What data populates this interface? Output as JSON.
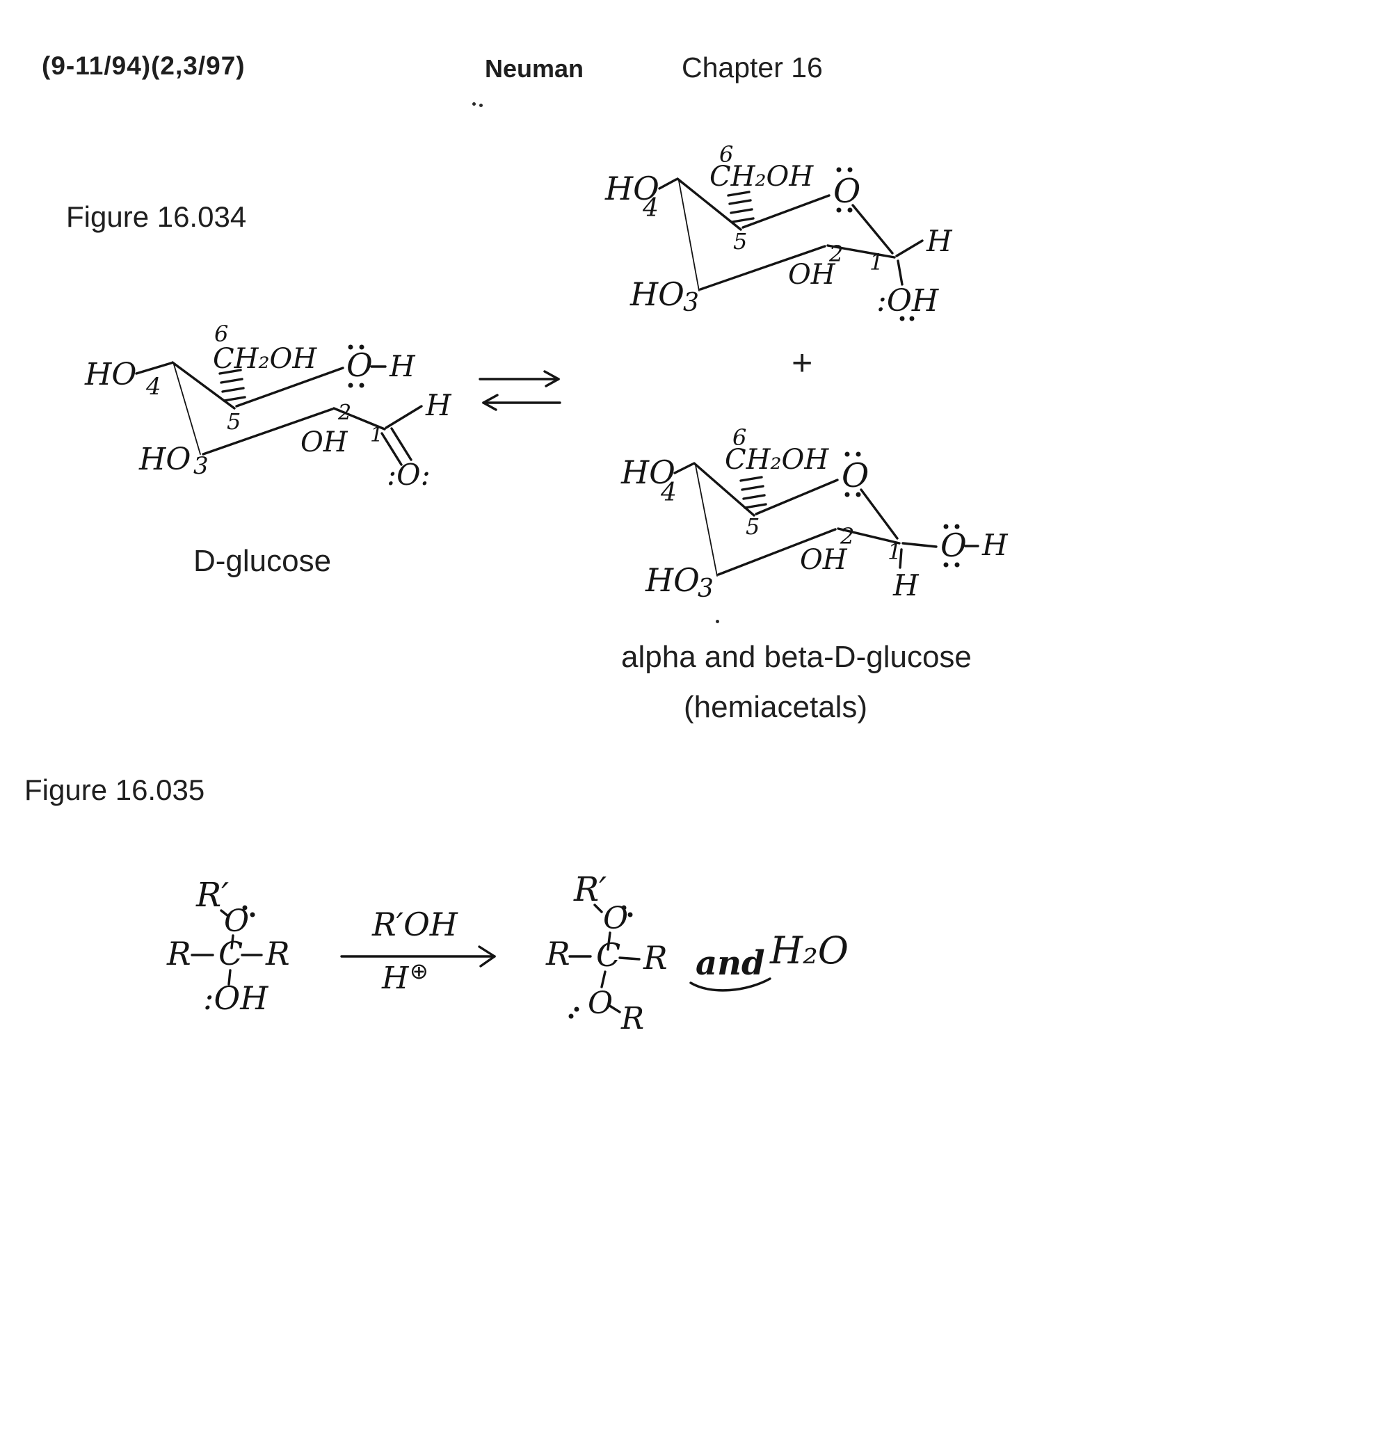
{
  "header": {
    "left": "(9-11/94)(2,3/97)",
    "center": "Neuman",
    "right": "Chapter 16"
  },
  "figure1": {
    "title": "Figure 16.034",
    "reactant_label": "D-glucose",
    "plus": "+",
    "caption_line1": "alpha and beta-D-glucose",
    "caption_line2": "(hemiacetals)"
  },
  "glucose_open": {
    "ho4": "HO",
    "n4": "4",
    "n6": "6",
    "c6": "CH₂OH",
    "n5": "5",
    "o5": "O",
    "h5": "H",
    "ho3": "HO",
    "n3": "3",
    "oh2": "OH",
    "n2": "2",
    "n1": "1",
    "h1": "H",
    "o1": ":O:"
  },
  "beta_glucose": {
    "ho4": "HO",
    "n4": "4",
    "n6": "6",
    "c6": "CH₂OH",
    "n5": "5",
    "ring_o": "O",
    "ho3": "HO",
    "n3": "3",
    "oh2": "OH",
    "n2": "2",
    "n1": "1",
    "h1": "H",
    "oh1": ":OH"
  },
  "alpha_glucose": {
    "ho4": "HO",
    "n4": "4",
    "n6": "6",
    "c6": "CH₂OH",
    "n5": "5",
    "ring_o": "O",
    "ho3": "HO",
    "n3": "3",
    "oh2": "OH",
    "n2": "2",
    "n1": "1",
    "o1": "O",
    "oh1_h": "H",
    "h1": "H"
  },
  "figure2": {
    "title": "Figure 16.035",
    "hemiacetal": {
      "r_prime": "R′",
      "o_top": "O",
      "r_left": "R",
      "c": "C",
      "r_right": "R",
      "oh_bottom": ":OH"
    },
    "conditions": {
      "above": "R′OH",
      "below_h": "H",
      "below_plus": "⊕"
    },
    "acetal": {
      "r_prime": "R′",
      "o_top": "O",
      "r_left": "R",
      "c": "C",
      "r_right": "R",
      "o_bottom": "O",
      "r_bottom": "R"
    },
    "byproduct": {
      "and_word": "and",
      "water": "H₂O"
    }
  }
}
